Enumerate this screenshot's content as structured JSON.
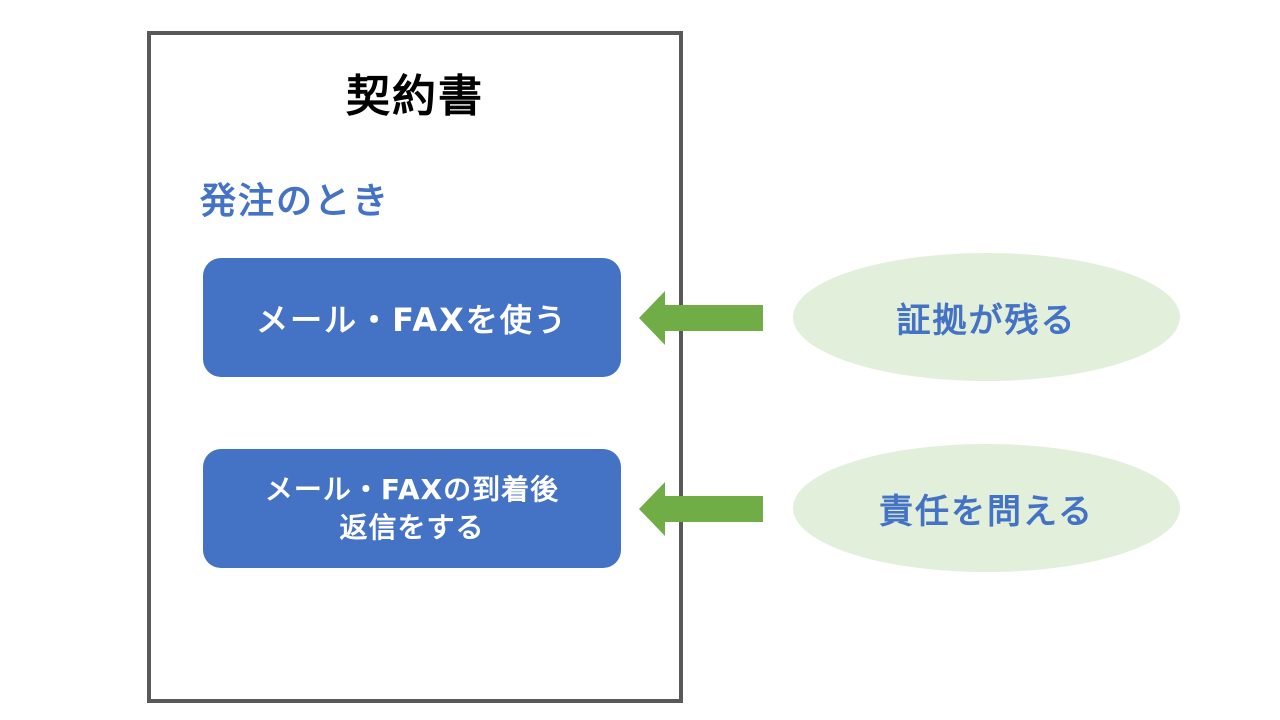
{
  "contract": {
    "title": "契約書",
    "section_heading": "発注のとき"
  },
  "methods": [
    {
      "lines": [
        "メール・FAXを使う"
      ]
    },
    {
      "lines": [
        "メール・FAXの到着後",
        "返信をする"
      ]
    }
  ],
  "benefits": [
    {
      "label": "証拠が残る"
    },
    {
      "label": "責任を問える"
    }
  ],
  "colors": {
    "frame": "#595959",
    "method_box": "#4472c4",
    "heading": "#4472c4",
    "arrow": "#70ad47",
    "ellipse": "#e2efda",
    "ellipse_text": "#4472c4"
  },
  "icons": {
    "arrow": "left-arrow-icon"
  }
}
